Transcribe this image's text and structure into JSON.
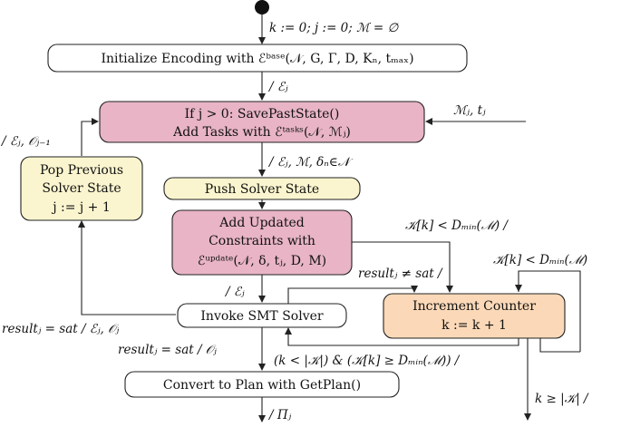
{
  "diagram": {
    "colors": {
      "white": "#ffffff",
      "pink": "#e8b4c6",
      "yellow": "#fbf5cf",
      "orange": "#fbd9b8",
      "stroke": "#222222"
    },
    "start_label": "k := 0;  j := 0; ℳ = ∅",
    "nodes": {
      "init": "Initialize Encoding with ℰᵇᵃˢᵉ(𝒩, G, Γ, D, Kₙ, tₘₐₓ)",
      "if_line1": "If j  >  0: SavePastState()",
      "if_line2": "Add Tasks with ℰᵗᵃˢᵏˢ(𝒩, ℳⱼ)",
      "pop_line1": "Pop Previous",
      "pop_line2": "Solver State",
      "pop_line3": "j  :=  j + 1",
      "push": "Push Solver State",
      "upd_line1": "Add Updated",
      "upd_line2": "Constraints with",
      "upd_line3": "ℰᵘᵖᵈᵃᵗᵉ(𝒩, δ, tⱼ, D, M)",
      "smt": "Invoke SMT Solver",
      "inc_line1": "Increment Counter",
      "inc_line2": "k  :=  k + 1",
      "plan": "Convert to Plan with GetPlan()"
    },
    "edge_labels": {
      "init_to_if": "/ ℰⱼ",
      "input_mj": "ℳⱼ, tⱼ",
      "pop_to_if": "/ ℰⱼ, 𝒪ⱼ₋₁",
      "if_to_push": "/ ℰⱼ, ℳ, δₙ∈𝒩",
      "upd_to_inc": "𝒦[k] < Dₘᵢₙ(ℳ) /",
      "inc_self": "𝒦[k] < Dₘᵢₙ(ℳ)",
      "smt_to_inc": "resultⱼ ≠ sat /",
      "upd_to_smt": "/ ℰⱼ",
      "smt_to_pop": "resultⱼ = sat / ℰⱼ, 𝒪ⱼ",
      "smt_to_plan": "resultⱼ = sat / 𝒪ⱼ",
      "inc_to_smt": "(k < |𝒦|) & (𝒦[k] ≥ Dₘᵢₙ(ℳ)) /",
      "inc_exit": "k ≥ |𝒦| /",
      "plan_out": "/ Πⱼ"
    }
  }
}
